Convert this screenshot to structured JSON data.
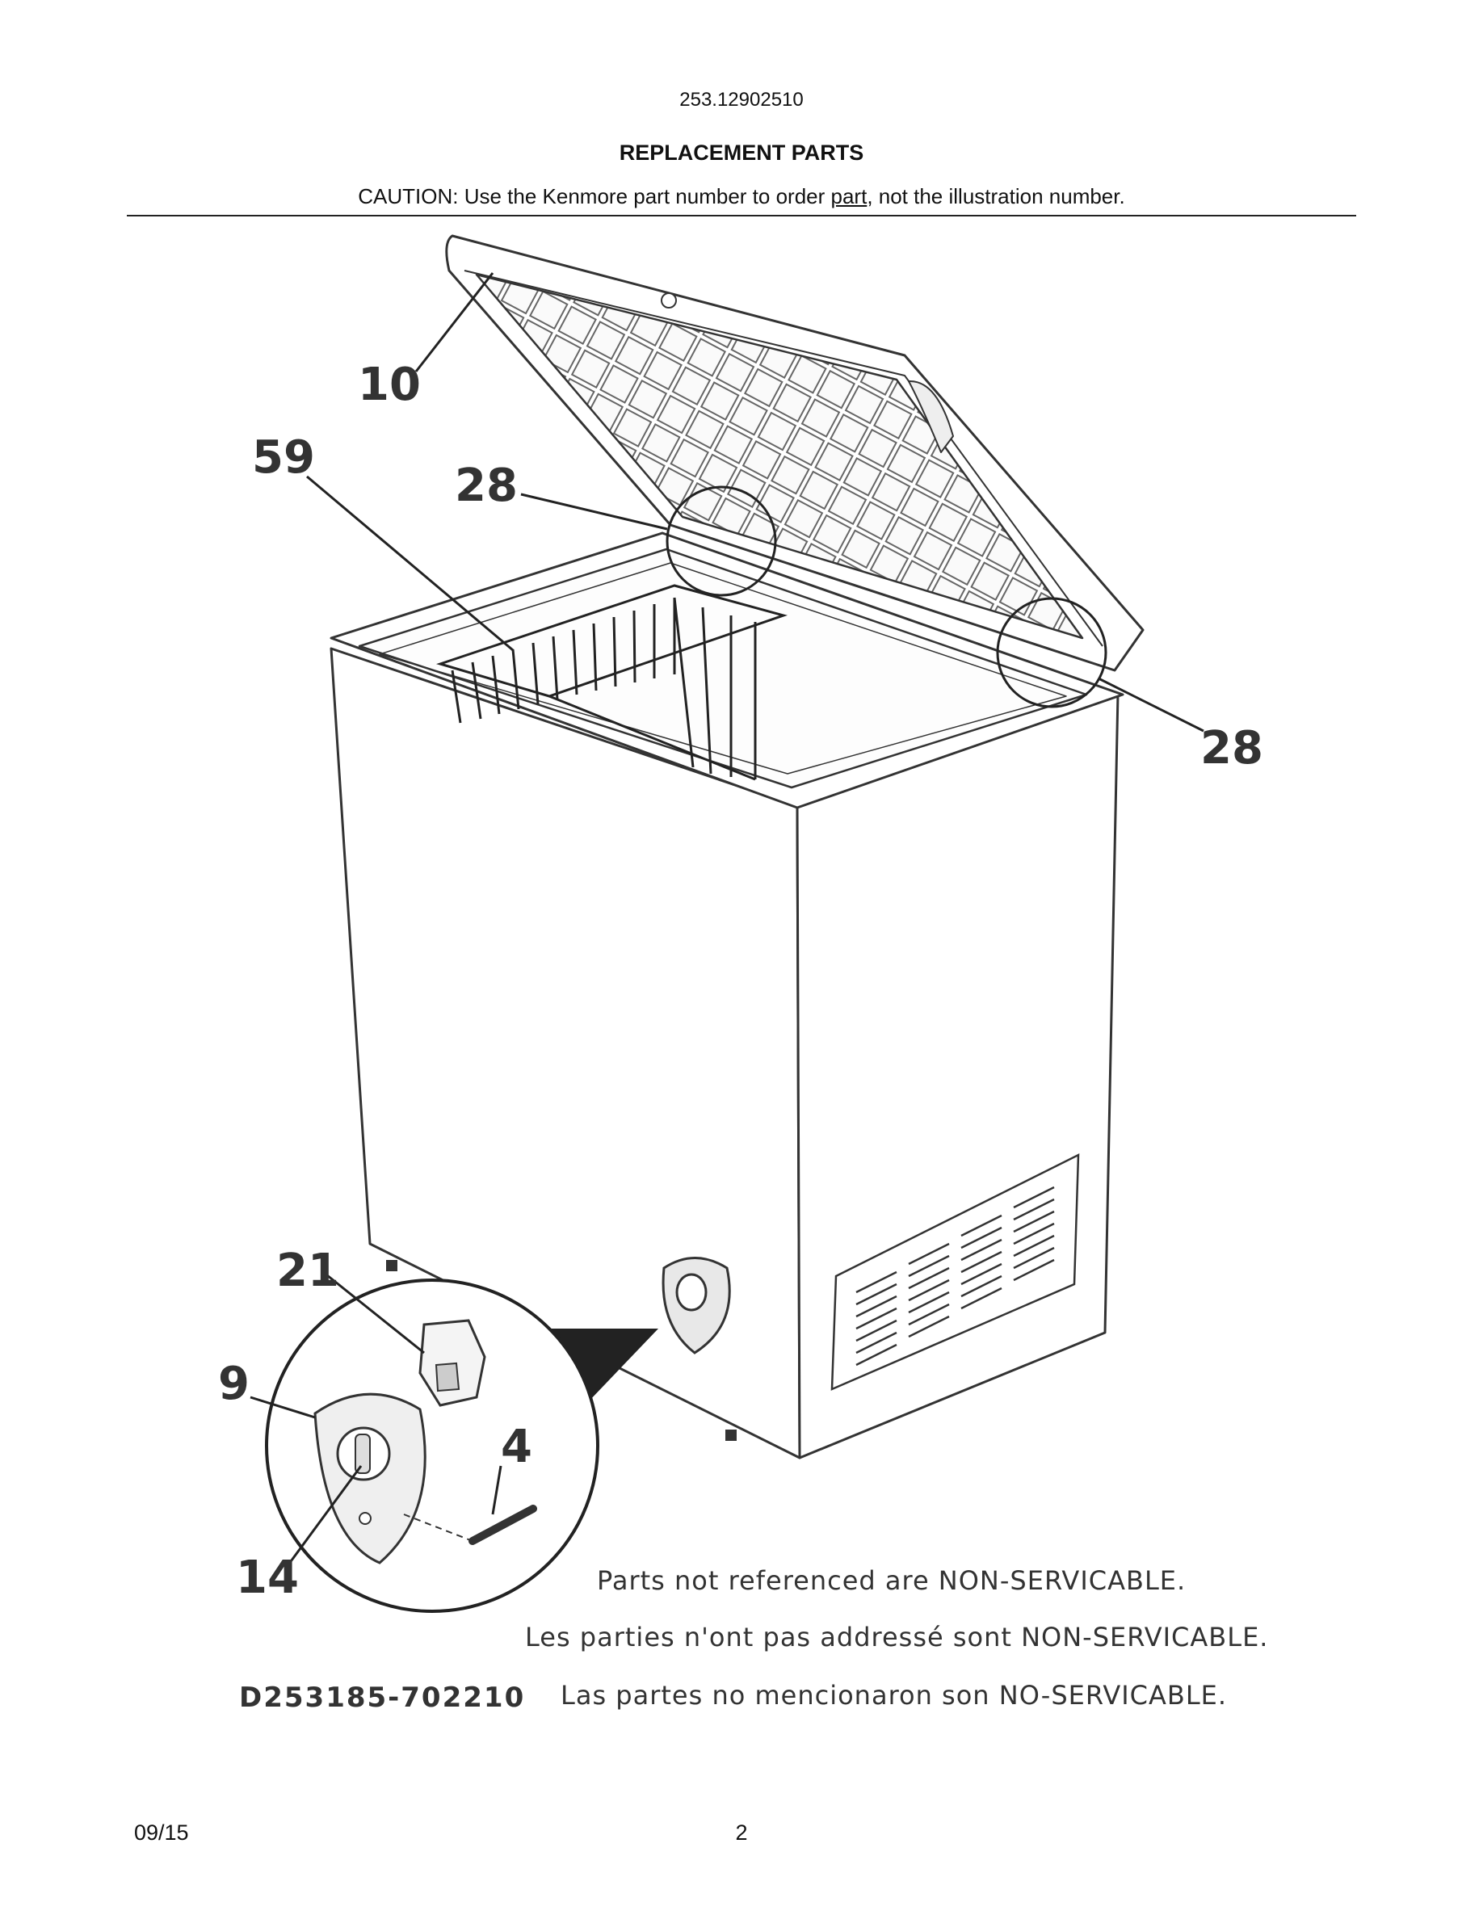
{
  "header": {
    "model_number": "253.12902510",
    "title": "REPLACEMENT PARTS",
    "caution_pre": "CAUTION: Use the Kenmore part number to order ",
    "caution_link": "part",
    "caution_post": ", not the illustration number."
  },
  "diagram": {
    "subject": "chest-freezer",
    "callouts": {
      "lid": "10",
      "basket": "59",
      "hinge_left": "28",
      "hinge_right": "28",
      "thermostat": "21",
      "control_panel": "9",
      "sensor_tube": "4",
      "knob": "14"
    }
  },
  "notes": {
    "english": "Parts not referenced are NON-SERVICABLE.",
    "french": "Les parties n'ont pas addressé sont NON-SERVICABLE.",
    "spanish": "Las partes no mencionaron son NO-SERVICABLE.",
    "drawing_code": "D253185-702210"
  },
  "footer": {
    "date": "09/15",
    "page": "2"
  }
}
